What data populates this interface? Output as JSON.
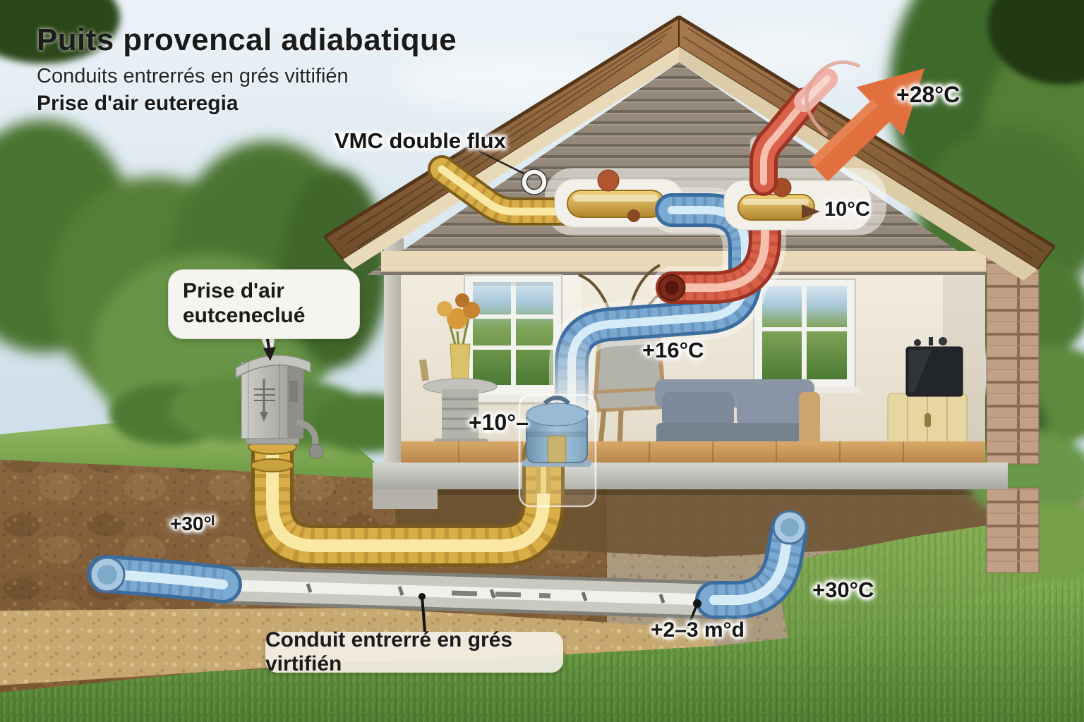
{
  "title_block": {
    "title": "Puits provencal adiabatique",
    "subtitle1": "Conduits entrerrés en grés vittifién",
    "subtitle2": "Prise d'air euteregia"
  },
  "callouts": {
    "vmc_label": "VMC double flux",
    "intake_bubble_line1": "Prise d'air",
    "intake_bubble_line2": "eutceneclué",
    "conduit_label": "Conduit entrerré en grés virtifién"
  },
  "temperatures": {
    "exhaust_outside": "+28°C",
    "unit_outlet": "10°C",
    "room": "+16°C",
    "supply_indoor": "+10°–",
    "soil_left": "+30°ˡ",
    "soil_right": "+30°C",
    "burial_depth": "+2–3 m°d"
  },
  "colors": {
    "warm_air_pipe": "#d9ae46",
    "cold_air_pipe": "#7aa9d2",
    "exhaust_air_pipe": "#d96049",
    "exhaust_arrow": "#e2703f",
    "vitrified_conduit": "#c9c9c2",
    "soil": "#8a6640",
    "grass": "#6d9a44"
  }
}
